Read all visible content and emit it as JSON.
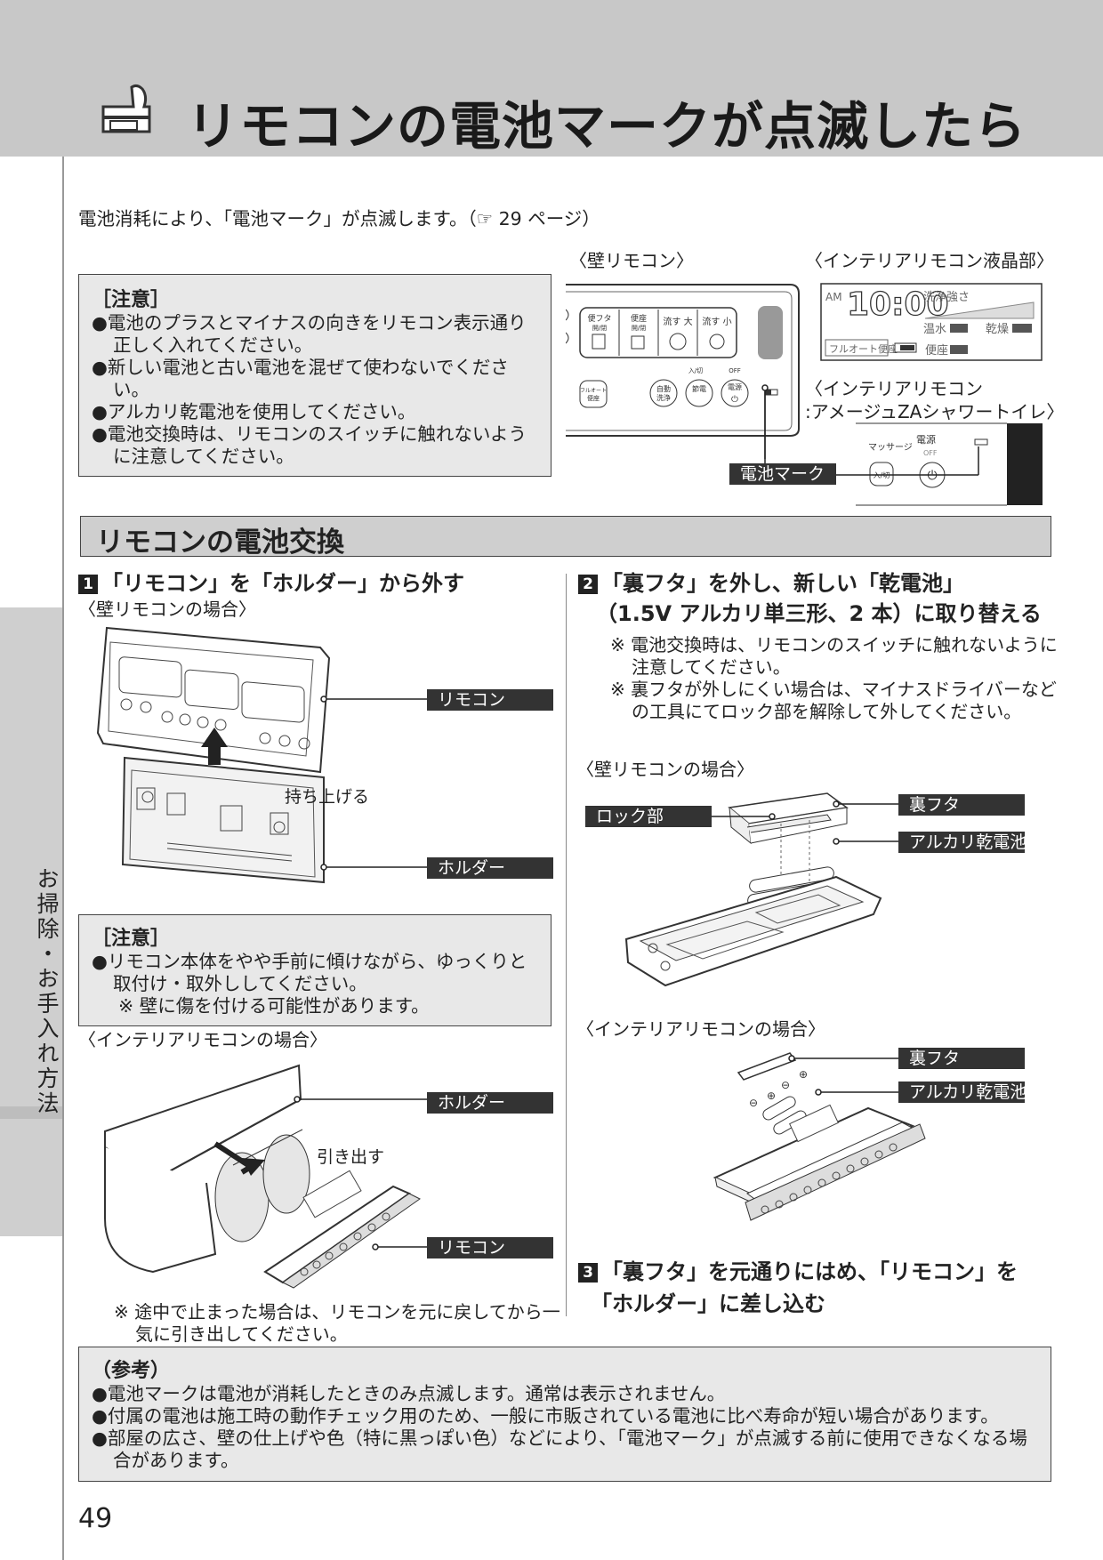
{
  "page_title": "リモコンの電池マークが点滅したら",
  "intro": "電池消耗により、「電池マーク」が点滅します。（☞ 29 ページ）",
  "sidebar_label": "お掃除・お手入れ方法",
  "top_diagram": {
    "wall_caption": "〈壁リモコン〉",
    "lcd_caption": "〈インテリアリモコン液晶部〉",
    "interior_caption_1": "〈インテリアリモコン",
    "interior_caption_2": ":アメージュZAシャワートイレ〉",
    "battery_mark_label": "電池マーク",
    "wall_buttons": [
      "便フタ 開/閉",
      "便座 開/閉",
      "流す 大",
      "流す 小",
      "フルオート 便座",
      "自動 洗浄",
      "節電",
      "電源"
    ],
    "wall_small_labels": [
      "入/切",
      "OFF"
    ],
    "lcd_texts": [
      "AM",
      "10:00",
      "洗浄強さ",
      "温水",
      "乾燥",
      "フルオート便座",
      "便座"
    ],
    "interior_texts": [
      "マッサージ",
      "電源",
      "OFF",
      "入/切"
    ]
  },
  "caution_top": {
    "title": "［注意］",
    "items": [
      "●電池のプラスとマイナスの向きをリモコン表示通り正しく入れてください。",
      "●新しい電池と古い電池を混ぜて使わないでください。",
      "●アルカリ乾電池を使用してください。",
      "●電池交換時は、リモコンのスイッチに触れないように注意してください。"
    ]
  },
  "section_title": "リモコンの電池交換",
  "step1": {
    "num": "1",
    "title": "「リモコン」を「ホルダー」から外す",
    "wall_case": "〈壁リモコンの場合〉",
    "label_remocon": "リモコン",
    "label_lift": "持ち上げる",
    "label_holder": "ホルダー",
    "caution_title": "［注意］",
    "caution_items": [
      "●リモコン本体をやや手前に傾けながら、ゆっくりと取付け・取外ししてください。",
      "※ 壁に傷を付ける可能性があります。"
    ],
    "interior_case": "〈インテリアリモコンの場合〉",
    "label_holder2": "ホルダー",
    "label_pull": "引き出す",
    "label_remocon2": "リモコン",
    "note": "※ 途中で止まった場合は、リモコンを元に戻してから一気に引き出してください。"
  },
  "step2": {
    "num": "2",
    "title_line1": "「裏フタ」を外し、新しい「乾電池」",
    "title_line2": "（1.5V アルカリ単三形、2 本）に取り替える",
    "notes": [
      "※ 電池交換時は、リモコンのスイッチに触れないように注意してください。",
      "※ 裏フタが外しにくい場合は、マイナスドライバーなどの工具にてロック部を解除して外してください。"
    ],
    "wall_case": "〈壁リモコンの場合〉",
    "label_lock": "ロック部",
    "label_back": "裏フタ",
    "label_battery": "アルカリ乾電池",
    "interior_case": "〈インテリアリモコンの場合〉",
    "label_back2": "裏フタ",
    "label_battery2": "アルカリ乾電池"
  },
  "step3": {
    "num": "3",
    "title_line1": "「裏フタ」を元通りにはめ、「リモコン」を",
    "title_line2": "「ホルダー」に差し込む"
  },
  "reference": {
    "title": "（参考）",
    "items": [
      "●電池マークは電池が消耗したときのみ点滅します。通常は表示されません。",
      "●付属の電池は施工時の動作チェック用のため、一般に市販されている電池に比べ寿命が短い場合があります。",
      "●部屋の広さ、壁の仕上げや色（特に黒っぽい色）などにより、「電池マーク」が点滅する前に使用できなくなる場合があります。"
    ]
  },
  "page_number": "49"
}
